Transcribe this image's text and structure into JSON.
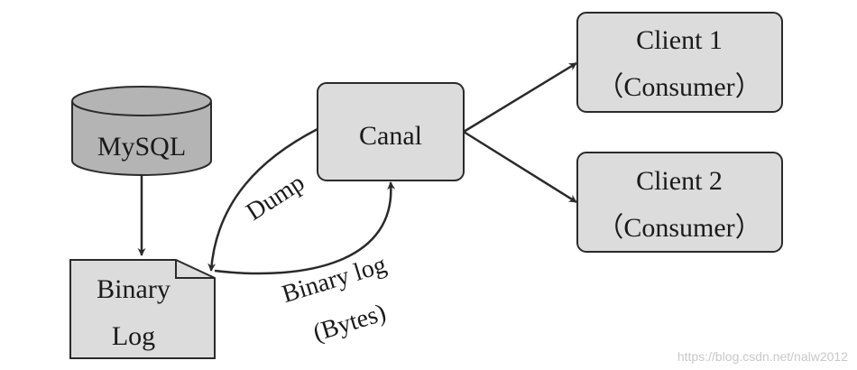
{
  "nodes": {
    "mysql": {
      "label": "MySQL"
    },
    "binary_log": {
      "line1": "Binary",
      "line2": "Log"
    },
    "canal": {
      "label": "Canal"
    },
    "client1": {
      "line1": "Client 1",
      "line2": "（Consumer）"
    },
    "client2": {
      "line1": "Client 2",
      "line2": "（Consumer）"
    }
  },
  "edges": {
    "dump_label": "Dump",
    "binary_log_label": "Binary log",
    "bytes_label": "(Bytes)"
  },
  "watermark": "https://blog.csdn.net/nalw2012",
  "colors": {
    "box_fill": "#dcdcdc",
    "cylinder_fill": "#b4b4b4",
    "stroke": "#2a2a2a"
  }
}
